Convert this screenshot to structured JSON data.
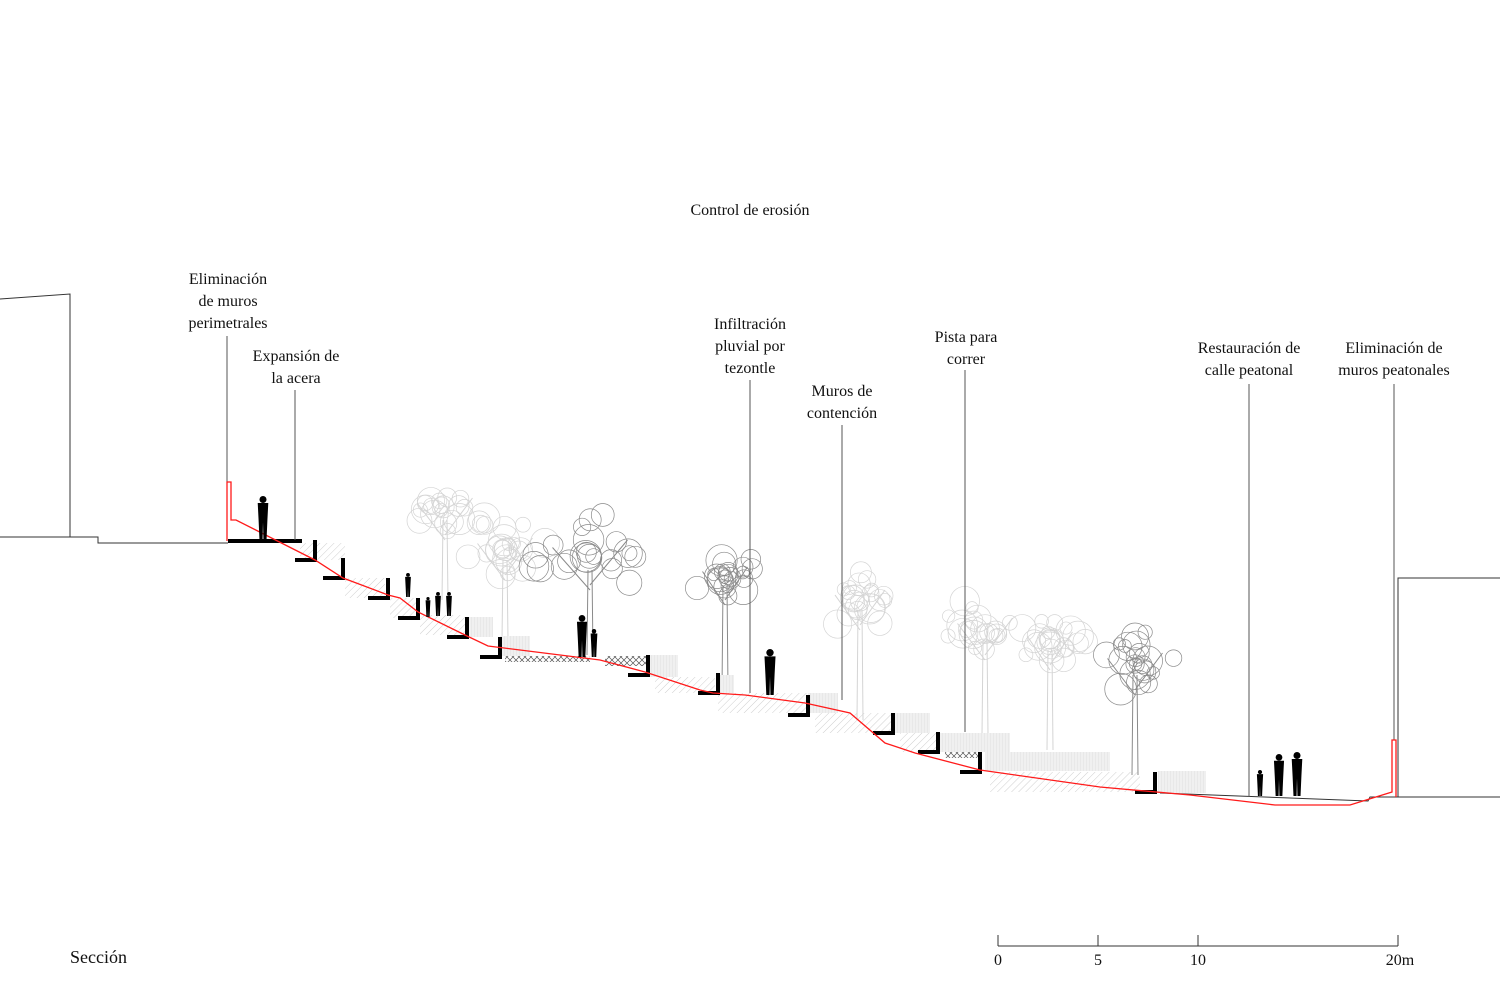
{
  "title": "Control de erosión",
  "section_label": "Sección",
  "annotations": [
    {
      "lines": [
        "Eliminación",
        "de muros",
        "perimetrales"
      ]
    },
    {
      "lines": [
        "Expansión de",
        "la acera"
      ]
    },
    {
      "lines": [
        "Infiltración",
        "pluvial por",
        "tezontle"
      ]
    },
    {
      "lines": [
        "Muros de",
        "contención"
      ]
    },
    {
      "lines": [
        "Pista para",
        "correr"
      ]
    },
    {
      "lines": [
        "Restauración de",
        "calle peatonal"
      ]
    },
    {
      "lines": [
        "Eliminación de",
        "muros peatonales"
      ]
    }
  ],
  "scale_bar": {
    "ticks": [
      "0",
      "5",
      "10",
      "20m"
    ]
  },
  "colors": {
    "intervention": "#ff1a1a",
    "structure": "#000000",
    "vegetation": "#c8c8c8",
    "fill": "#ececec"
  }
}
